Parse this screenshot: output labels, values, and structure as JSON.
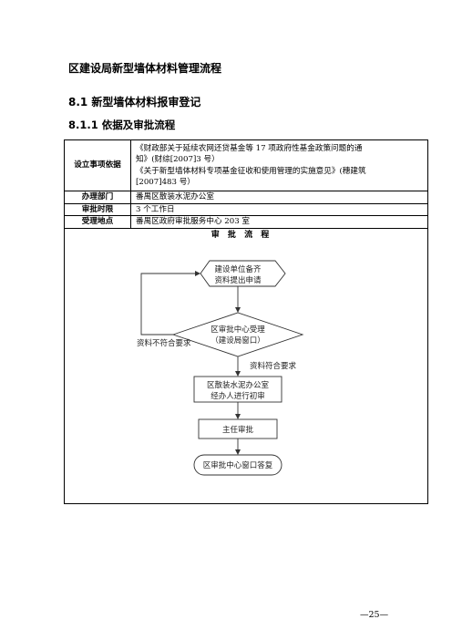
{
  "doc_title": "区建设局新型墙体材料管理流程",
  "section_title": "8.1 新型墙体材料报审登记",
  "subsection_title": "8.1.1 依据及审批流程",
  "table": {
    "basis_label": "设立事项依据",
    "basis_lines": [
      "《财政部关于延续农网还贷基金等 17 项政府性基金政策问题的通",
      "知》(财综[2007]3 号）",
      "《关于新型墙体材料专项基金征收和使用管理的实施意见》(穗建筑",
      "[2007]483 号）"
    ],
    "dept_label": "办理部门",
    "dept_value": "番禺区散装水泥办公室",
    "time_label": "审批时限",
    "time_value": "3 个工作日",
    "place_label": "受理地点",
    "place_value": "番禺区政府审批服务中心 203 室"
  },
  "flow": {
    "title": "审 批 流 程",
    "start_line1": "建设单位备齐",
    "start_line2": "资料提出申请",
    "decision_line1": "区审批中心受理",
    "decision_line2": "（建设局窗口）",
    "reject_label": "资料不符合要求",
    "accept_label": "资料符合要求",
    "step1_line1": "区散装水泥办公室",
    "step1_line2": "经办人进行初审",
    "step2": "主任审批",
    "end": "区审批中心窗口答复"
  },
  "page_number": "—25—"
}
